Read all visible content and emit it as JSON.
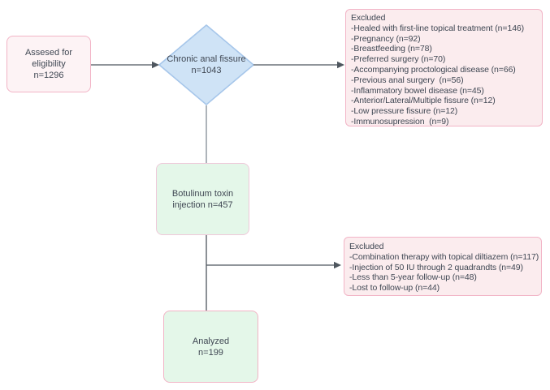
{
  "diagram": {
    "assessed": {
      "label": "Assesed for\neligibility\nn=1296"
    },
    "decision": {
      "label": "Chronic anal\nfissure\nn=1043"
    },
    "excluded_top": {
      "title": "Excluded",
      "items": [
        "-Healed with first-line topical treatment (n=146)",
        "-Pregnancy (n=92)",
        "-Breastfeeding (n=78)",
        "-Preferred surgery (n=70)",
        "-Accompanying proctological disease (n=66)",
        "-Previous anal surgery  (n=56)",
        "-Inflammatory bowel disease (n=45)",
        "-Anterior/Lateral/Multiple fissure (n=12)",
        "-Low pressure fissure (n=12)",
        "-Immunosupression  (n=9)"
      ]
    },
    "botulinum": {
      "label": "Botulinum toxin\ninjection n=457"
    },
    "excluded_mid": {
      "title": "Excluded",
      "items": [
        "-Combination therapy with topical diltiazem (n=117)",
        "-Injection of 50 IU through 2 quadrandts (n=49)",
        "-Less than 5-year follow-up (n=48)",
        "-Lost to follow-up (n=44)"
      ]
    },
    "analyzed": {
      "label": "Analyzed\nn=199"
    }
  },
  "colors": {
    "pink_border": "#f2b4c6",
    "pink_fill": "#fdf3f5",
    "excluded_fill": "#fbecee",
    "blue_fill": "#cfe3f6",
    "blue_border": "#a6c6ea",
    "green_fill": "#e4f7e9",
    "green_border": "#efc9da",
    "line": "#4e565e",
    "line_light": "#9aa2a8",
    "text": "#3f4753"
  }
}
